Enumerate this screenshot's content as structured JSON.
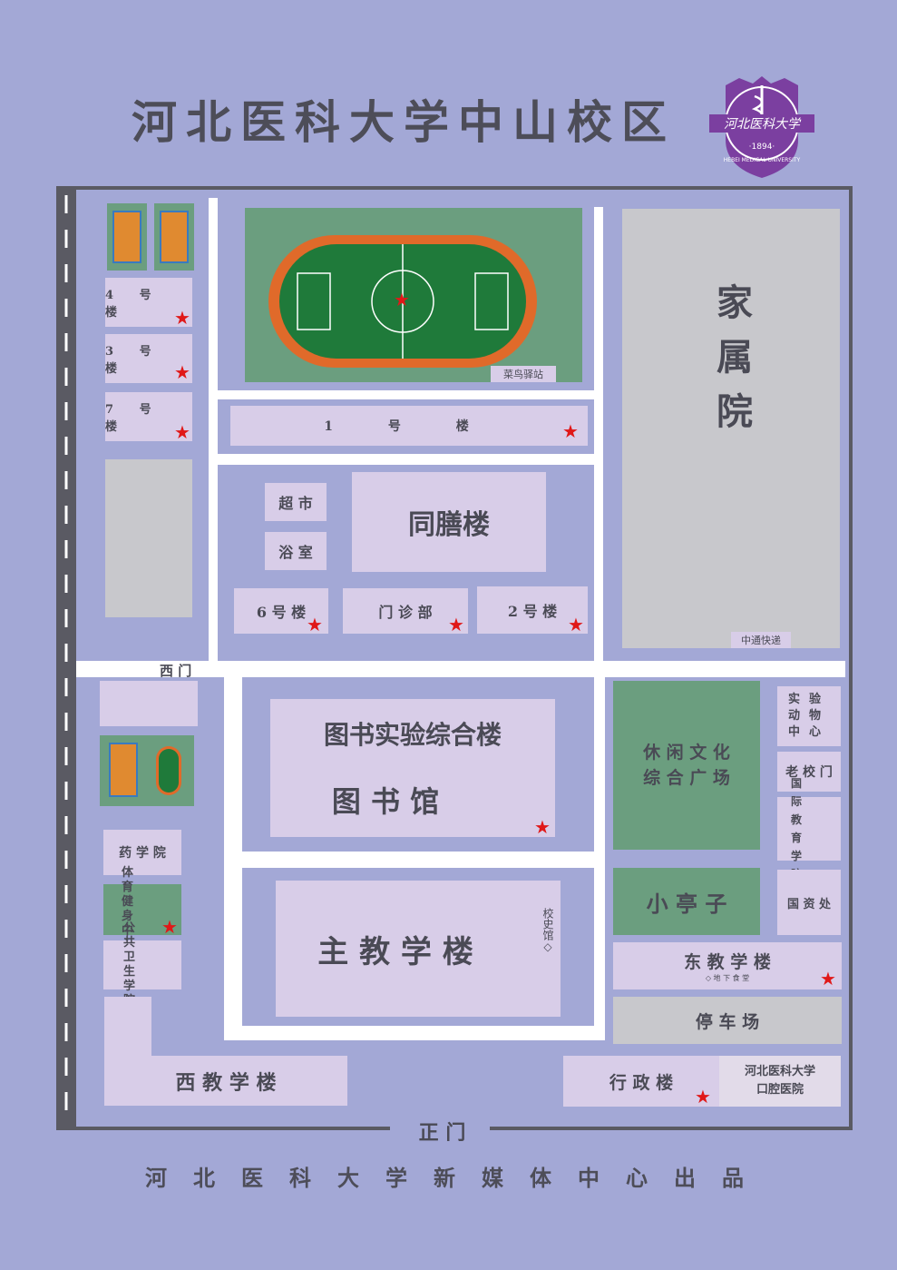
{
  "title": "河北医科大学中山校区",
  "footer": [
    "河",
    "北",
    "医",
    "科",
    "大",
    "学",
    "新",
    "媒",
    "体",
    "中",
    "心",
    "出",
    "品"
  ],
  "logo": {
    "script": "河北医科大学",
    "year": "·1894·",
    "arc": "HEBEI MEDICAL UNIVERSITY"
  },
  "labels": {
    "bldg4": "4 号 楼",
    "bldg3": "3 号 楼",
    "bldg7": "7 号 楼",
    "bldg1": "1 号 楼",
    "cainiao": "菜鸟驿站",
    "family": "家属院",
    "zto": "中通快递",
    "supermarket": "超 市",
    "bath": "浴 室",
    "canteen": "同膳楼",
    "bldg6": "6 号 楼",
    "clinic": "门 诊 部",
    "bldg2": "2 号 楼",
    "west_gate": "西 门",
    "library_complex": "图书实验综合楼",
    "library": "图 书 馆",
    "main_teaching": "主 教 学 楼",
    "history_hall": "校史馆◇",
    "pharmacy": "药 学 院",
    "sports_center": "体育健身中心",
    "public_health": "公共卫生学院",
    "west_teaching": "西 教 学 楼",
    "leisure_plaza": "休 闲 文 化\n综 合 广 场",
    "animal_center": "实验动物中心",
    "old_gate": "老 校 门",
    "intl_edu": "国际教育学院",
    "pavilion": "小 亭 子",
    "assets": "国 资 处",
    "east_teaching": "东 教 学 楼",
    "underground": "◇ 地 下 食 堂",
    "parking": "停 车 场",
    "admin": "行 政 楼",
    "dental": "河北医科大学\n口腔医院",
    "main_gate": "正 门"
  },
  "colors": {
    "background": "#a3a8d6",
    "building": "#d8cde8",
    "green_area": "#6b9e7f",
    "gray_area": "#c8c8cc",
    "road": "#ffffff",
    "star": "#e01818",
    "logo": "#7b3fa0"
  }
}
